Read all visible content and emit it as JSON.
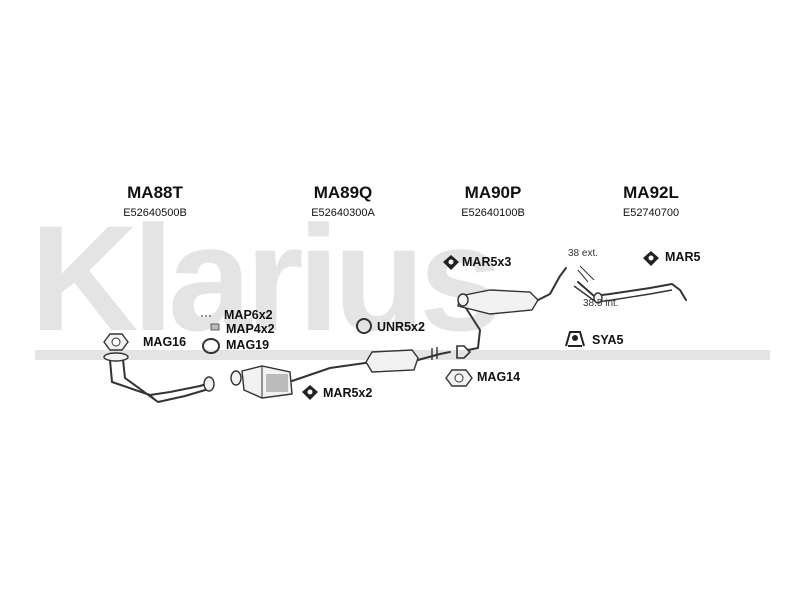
{
  "watermark": {
    "brand": "Klarius",
    "color": "#e4e4e4"
  },
  "sections": [
    {
      "code": "MA88T",
      "ref": "E52640500B"
    },
    {
      "code": "MA89Q",
      "ref": "E52640300A"
    },
    {
      "code": "MA90P",
      "ref": "E52640100B"
    },
    {
      "code": "MA92L",
      "ref": "E52740700"
    }
  ],
  "parts": {
    "mag16": "MAG16",
    "map6x2": "MAP6x2",
    "map4x2": "MAP4x2",
    "mag19": "MAG19",
    "unr5x2": "UNR5x2",
    "mar5x2": "MAR5x2",
    "mar5x3": "MAR5x3",
    "mag14": "MAG14",
    "mar5": "MAR5",
    "sya5": "SYA5"
  },
  "dimensions": {
    "ext": "38 ext.",
    "int": "38.5 int."
  },
  "icons": [
    "rubber-mount-icon",
    "gasket-icon",
    "clamp-icon",
    "u-bolt-icon",
    "flange-gasket-icon",
    "hanger-icon"
  ]
}
